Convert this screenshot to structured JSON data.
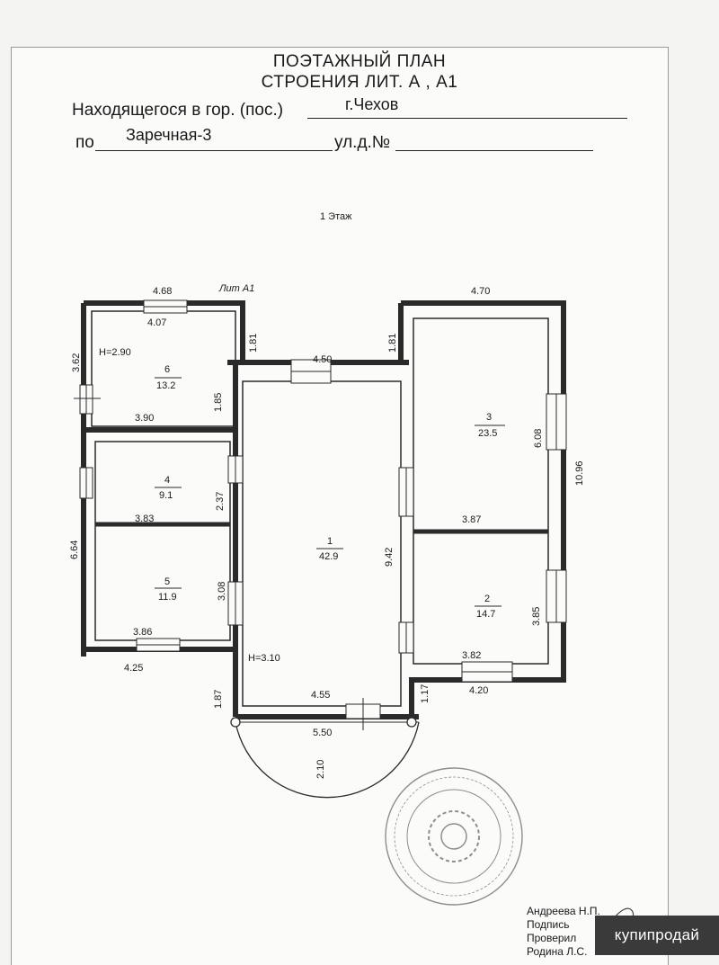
{
  "header": {
    "title_line1": "ПОЭТАЖНЫЙ ПЛАН",
    "title_line2": "СТРОЕНИЯ ЛИТ. А , А1",
    "location_label": "Находящегося в гор. (пос.)",
    "location_value": "г.Чехов",
    "street_prefix": "по",
    "street_value": "Заречная-3",
    "house_label": "ул.д.№"
  },
  "plan": {
    "floor_label": "1 Этаж",
    "lit_label": "Лит А1",
    "rooms": [
      {
        "number": "1",
        "area": "42.9"
      },
      {
        "number": "2",
        "area": "14.7"
      },
      {
        "number": "3",
        "area": "23.5"
      },
      {
        "number": "4",
        "area": "9.1"
      },
      {
        "number": "5",
        "area": "11.9"
      },
      {
        "number": "6",
        "area": "13.2"
      }
    ],
    "dimensions": {
      "d_4_68": "4.68",
      "d_4_07": "4.07",
      "d_3_62": "3.62",
      "d_1_81a": "1.81",
      "d_h290": "H=2.90",
      "d_1_85": "1.85",
      "d_3_90": "3.90",
      "d_4_50": "4.50",
      "d_1_81b": "1.81",
      "d_4_70": "4.70",
      "d_6_08": "6.08",
      "d_10_96": "10.96",
      "d_2_37": "2.37",
      "d_3_83": "3.83",
      "d_6_64": "6.64",
      "d_3_08": "3.08",
      "d_3_86": "3.86",
      "d_4_25": "4.25",
      "d_9_42": "9.42",
      "d_3_87": "3.87",
      "d_3_85": "3.85",
      "d_3_82": "3.82",
      "d_4_20": "4.20",
      "d_h310": "H=3.10",
      "d_1_87": "1.87",
      "d_4_55": "4.55",
      "d_1_17": "1.17",
      "d_5_50": "5.50",
      "d_2_10": "2.10"
    }
  },
  "signatures": {
    "line1": "Андреева Н.П.",
    "line2": "Подпись",
    "line3": "Проверил",
    "line4": "Родина Л.С."
  },
  "watermark": "купипродай"
}
